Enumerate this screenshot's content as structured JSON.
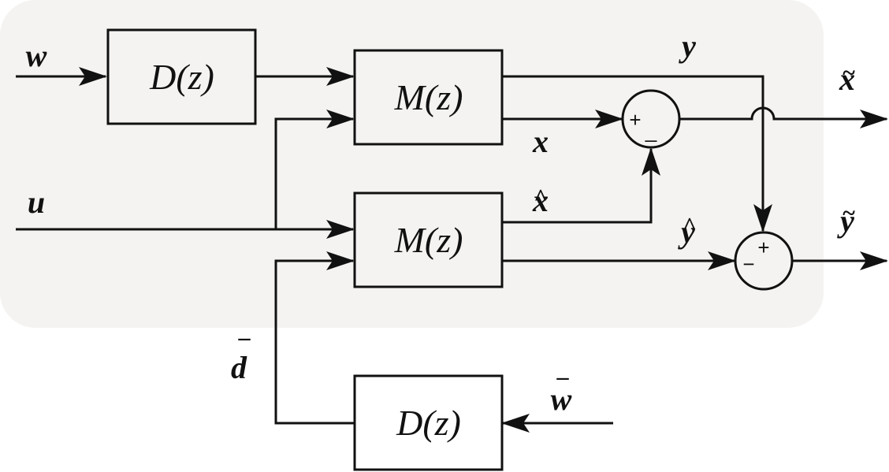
{
  "colors": {
    "region_fill": "#f4f3f1",
    "line": "#111111"
  },
  "blocks": {
    "d_top": "D(z)",
    "m_top": "M(z)",
    "m_bottom": "M(z)",
    "d_bottom": "D(z)"
  },
  "signals": {
    "w": "w",
    "u": "u",
    "y": "y",
    "x": "x",
    "x_hat": "x",
    "y_hat": "y",
    "x_tilde": "x",
    "y_tilde": "y",
    "d_bar": "d",
    "w_bar": "w"
  },
  "accents": {
    "hat": "^",
    "tilde": "~",
    "bar": "¯"
  },
  "junction_signs": {
    "sum_x_plus": "+",
    "sum_x_minus": "_",
    "sum_y_plus": "+",
    "sum_y_minus": "−"
  }
}
